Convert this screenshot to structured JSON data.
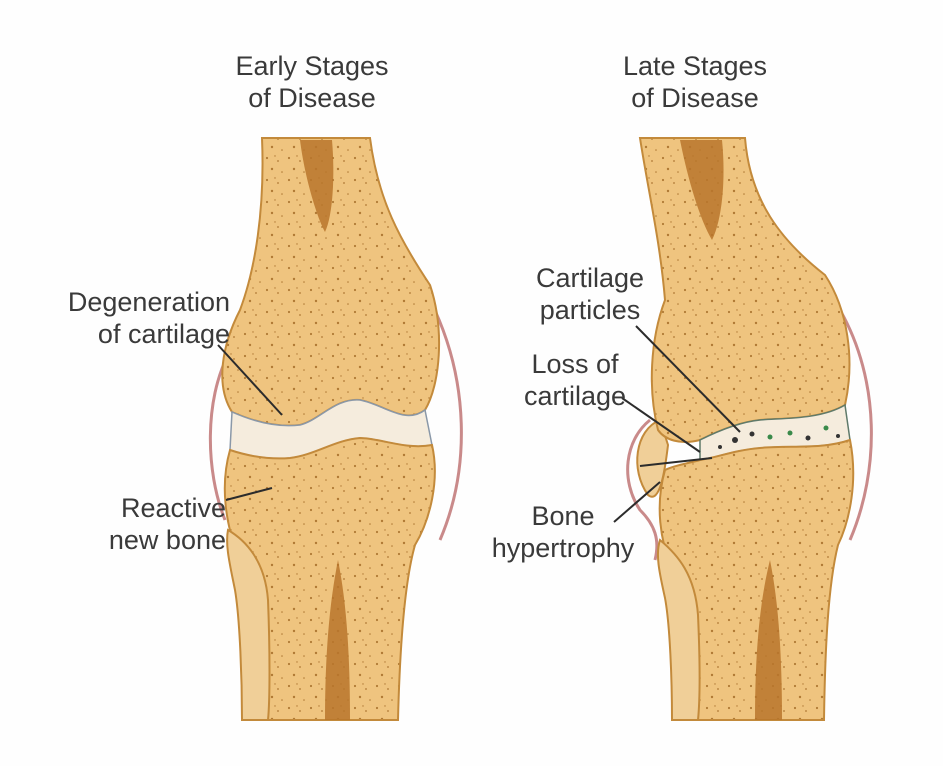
{
  "panels": {
    "early": {
      "title": "Early Stages\nof Disease"
    },
    "late": {
      "title": "Late Stages\nof Disease"
    }
  },
  "labels": {
    "degeneration": "Degeneration\nof cartilage",
    "reactive": "Reactive\nnew bone",
    "particles": "Cartilage\nparticles",
    "loss": "Loss of\ncartilage",
    "hypertrophy": "Bone\nhypertrophy"
  },
  "colors": {
    "bone": "#efc47f",
    "bone_outline": "#c38a3b",
    "marrow": "#b8752b",
    "cartilage": "#f5ecdd",
    "synovium": "#c98a8a",
    "leader_line": "#2c2c2c"
  }
}
